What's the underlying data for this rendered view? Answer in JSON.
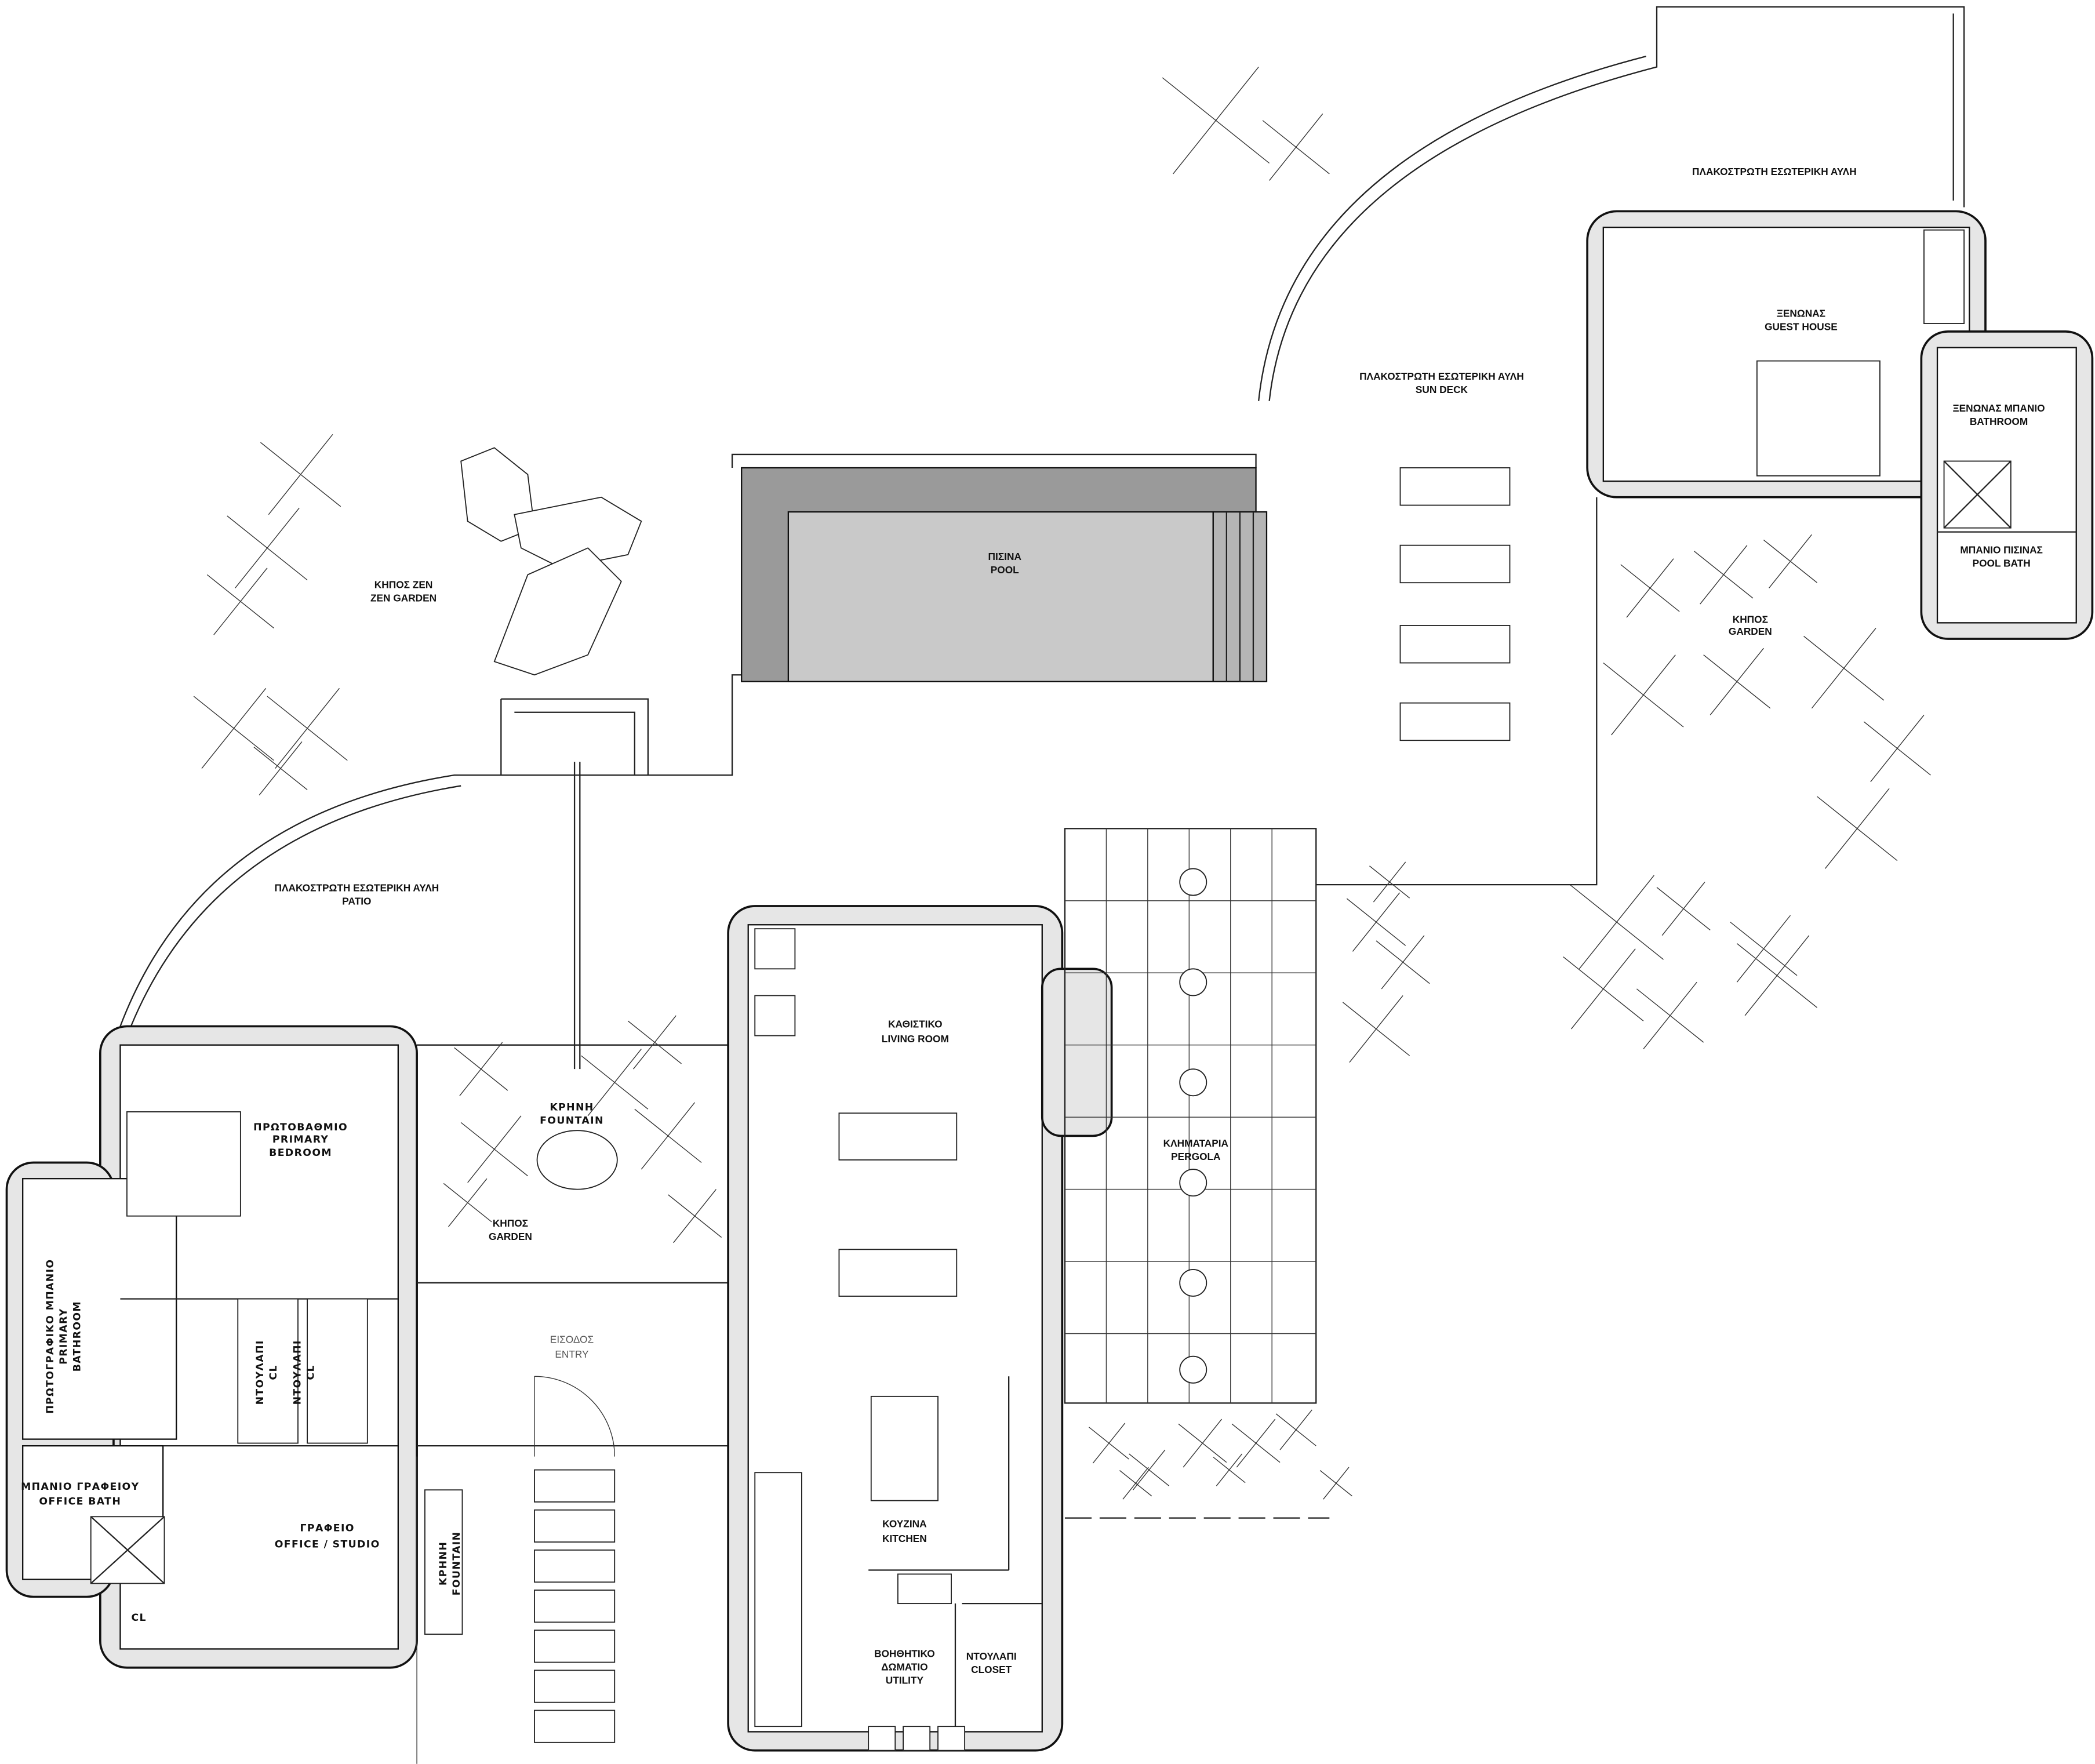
{
  "plan": {
    "courtyard_top": "ΠΛΑΚΟΣΤΡΩΤΗ ΕΣΩΤΕΡΙΚΗ ΑΥΛΗ",
    "guest_house": {
      "gr": "ΞΕΝΩΝΑΣ",
      "en": "GUEST HOUSE"
    },
    "guest_bath": {
      "gr": "ΞΕΝΩΝΑΣ ΜΠΑΝΙΟ",
      "en": "BATHROOM"
    },
    "pool_bath": {
      "gr": "ΜΠΑΝΙΟ ΠΙΣΙΝΑΣ",
      "en": "POOL BATH"
    },
    "sun_deck": {
      "gr": "ΠΛΑΚΟΣΤΡΩΤΗ ΕΣΩΤΕΡΙΚΗ ΑΥΛΗ",
      "en": "SUN DECK"
    },
    "zen_garden": {
      "gr": "ΚΗΠΟΣ ZEN",
      "en": "ZEN GARDEN"
    },
    "pool": {
      "gr": "ΠΙΣΙΝΑ",
      "en": "POOL"
    },
    "garden_east": {
      "gr": "ΚΗΠΟΣ",
      "en": "GARDEN"
    },
    "patio": {
      "gr": "ΠΛΑΚΟΣΤΡΩΤΗ ΕΣΩΤΕΡΙΚΗ ΑΥΛΗ",
      "en": "PATIO"
    },
    "living_room": {
      "gr": "ΚΑΘΙΣΤΙΚΟ",
      "en": "LIVING ROOM"
    },
    "primary_bedroom": {
      "gr": "ΠΡΩΤΟΒΑΘΜΙΟ",
      "en1": "PRIMARY",
      "en2": "BEDROOM"
    },
    "fountain": {
      "gr": "ΚΡΗΝΗ",
      "en": "FOUNTAIN"
    },
    "garden_court": {
      "gr": "ΚΗΠΟΣ",
      "en": "GARDEN"
    },
    "pergola": {
      "gr": "ΚΛΗΜΑΤΑΡΙΑ",
      "en": "PERGOLA"
    },
    "entry": {
      "gr": "ΕΙΣΟΔΟΣ",
      "en": "ENTRY"
    },
    "primary_bathroom": {
      "gr": "ΠΡΩΤΟΓΡΑΦΙΚΟ ΜΠΑΝΙΟ",
      "en1": "PRIMARY",
      "en2": "BATHROOM"
    },
    "closet_1": {
      "gr": "ΝΤΟΥΛΑΠΙ",
      "en": "CL"
    },
    "closet_2": {
      "gr": "ΝΤΟΥΛΑΠΙ",
      "en": "CL"
    },
    "office_bath": {
      "gr": "ΜΠΑΝΙΟ ΓΡΑΦΕΙΟΥ",
      "en": "OFFICE BATH"
    },
    "office": {
      "gr": "ΓΡΑΦΕΙΟ",
      "en": "OFFICE / STUDIO"
    },
    "office_cl": "CL",
    "fountain_office": {
      "gr": "ΚΡΗΝΗ",
      "en": "FOUNTAIN"
    },
    "kitchen": {
      "gr": "ΚΟΥΖΙΝΑ",
      "en": "KITCHEN"
    },
    "utility": {
      "gr1": "ΒΟΗΘΗΤΙΚΟ",
      "gr2": "ΔΩΜΑΤΙΟ",
      "en": "UTILITY"
    },
    "closet_kitchen": {
      "gr": "ΝΤΟΥΛΑΠΙ",
      "en": "CLOSET"
    }
  },
  "colors": {
    "wall_fill": "#e6e6e6",
    "pool_edge": "#9a9a9a",
    "pool_water": "#c9c9c9",
    "ink": "#111111"
  }
}
